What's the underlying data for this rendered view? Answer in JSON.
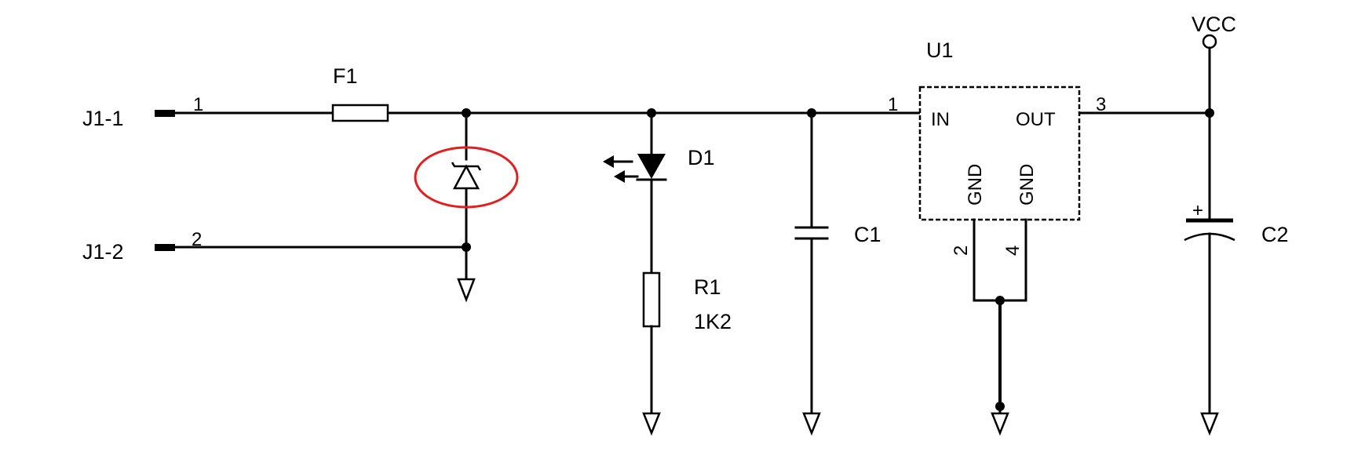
{
  "connector": {
    "j1_1": "J1-1",
    "j1_2": "J1-2",
    "pin1": "1",
    "pin2": "2"
  },
  "fuse": {
    "ref": "F1"
  },
  "led": {
    "ref": "D1"
  },
  "resistor": {
    "ref": "R1",
    "value": "1K2"
  },
  "cap_in": {
    "ref": "C1"
  },
  "cap_out": {
    "ref": "C2",
    "polarity": "+"
  },
  "regulator": {
    "ref": "U1",
    "in_label": "IN",
    "out_label": "OUT",
    "gnd_label_a": "GND",
    "gnd_label_b": "GND",
    "pin_in": "1",
    "pin_out": "3",
    "pin_gnd_a": "2",
    "pin_gnd_b": "4"
  },
  "power": {
    "vcc": "VCC"
  },
  "colors": {
    "wire": "#000000",
    "highlight": "#e02020"
  },
  "highlighted_component": "tvs-diode"
}
